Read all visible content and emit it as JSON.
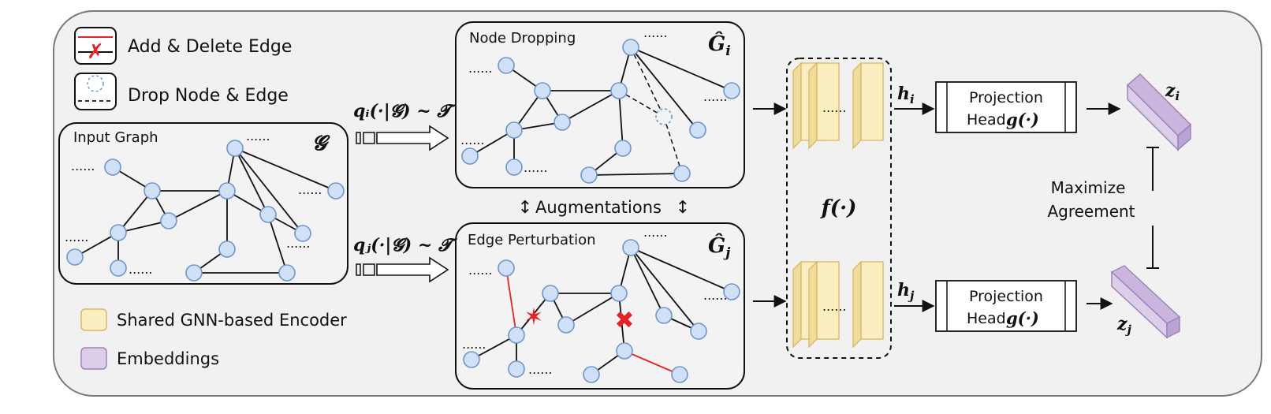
{
  "legend": {
    "add_delete_edge": "Add & Delete Edge",
    "drop_node_edge": "Drop Node & Edge",
    "shared_encoder": "Shared GNN-based Encoder",
    "embeddings": "Embeddings"
  },
  "input_graph": {
    "title": "Input Graph",
    "symbol": "𝓖"
  },
  "view_i": {
    "title": "Node Dropping",
    "symbol": "Ĝ",
    "subscript": "i",
    "sampler": "qᵢ(·|𝓖) ~ 𝓣"
  },
  "view_j": {
    "title": "Edge Perturbation",
    "symbol": "Ĝ",
    "subscript": "j",
    "sampler": "qⱼ(·|𝓖) ~ 𝓣"
  },
  "augmentations_label": "Augmentations",
  "encoder_label": "f(·)",
  "h_i": "h",
  "h_i_sub": "i",
  "h_j": "h",
  "h_j_sub": "j",
  "projection": {
    "line1": "Projection",
    "line2": "Head",
    "func": "g(·)"
  },
  "z_i": "z",
  "z_i_sub": "i",
  "z_j": "z",
  "z_j_sub": "j",
  "maximize": {
    "line1": "Maximize",
    "line2": "Agreement"
  },
  "ellipsis": "......",
  "colors": {
    "node_fill": "#cfe0f7",
    "node_stroke": "#6f95cf",
    "encoder_fill": "#fbeec0",
    "encoder_stroke": "#d9b762",
    "embedding_fill": "#dccde8",
    "embedding_stroke": "#9f84bb",
    "perturb_red": "#e82222",
    "panel_fill": "#f1f1f1"
  }
}
